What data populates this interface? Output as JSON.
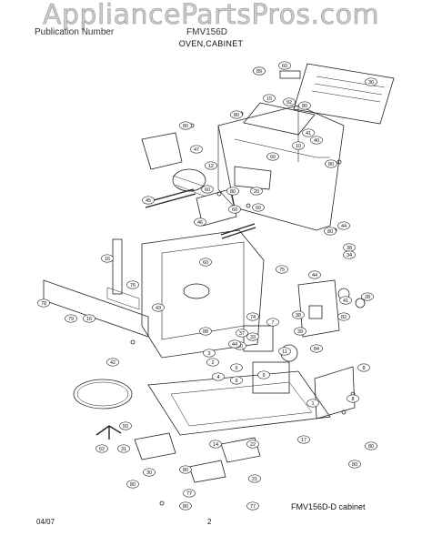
{
  "watermark": "AppliancePartsPros.com",
  "header": {
    "publication_label": "Publication Number",
    "model_label": "FMV156D"
  },
  "section_title": "OVEN,CABINET",
  "diagram": {
    "caption": "FMV156D-D cabinet",
    "callouts": [
      "78",
      "60",
      "36",
      "15",
      "92",
      "80",
      "80",
      "80",
      "41",
      "40",
      "10",
      "60",
      "47",
      "80",
      "12",
      "60",
      "80",
      "20",
      "45",
      "60",
      "60",
      "46",
      "80",
      "44",
      "38",
      "34",
      "16",
      "60",
      "75",
      "44",
      "78",
      "76",
      "79",
      "16",
      "43",
      "88",
      "74",
      "41",
      "28",
      "38",
      "39",
      "33",
      "7",
      "82",
      "37",
      "80",
      "11",
      "84",
      "3",
      "44",
      "2",
      "4",
      "6",
      "9",
      "9",
      "8",
      "8",
      "1",
      "42",
      "50",
      "31",
      "14",
      "22",
      "17",
      "80",
      "62",
      "30",
      "80",
      "80",
      "77",
      "21",
      "77",
      "80",
      "80",
      "89"
    ]
  },
  "footer": {
    "date": "04/07",
    "page": "2"
  }
}
